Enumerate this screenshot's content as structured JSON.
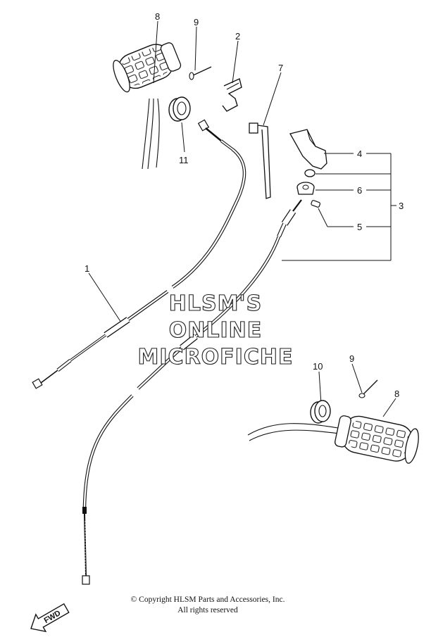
{
  "callouts": {
    "c1": "1",
    "c2": "2",
    "c3": "3",
    "c4": "4",
    "c5": "5",
    "c6": "6",
    "c7": "7",
    "c8_top": "8",
    "c9_top": "9",
    "c10": "10",
    "c11": "11",
    "c8_bottom": "8",
    "c9_bottom": "9"
  },
  "watermark": {
    "line1": "HLSM'S",
    "line2": "ONLINE",
    "line3": "MICROFICHE"
  },
  "copyright": {
    "line1": "© Copyright HLSM Parts and Accessories, Inc.",
    "line2": "All rights reserved"
  },
  "fwd_label": "FWD"
}
